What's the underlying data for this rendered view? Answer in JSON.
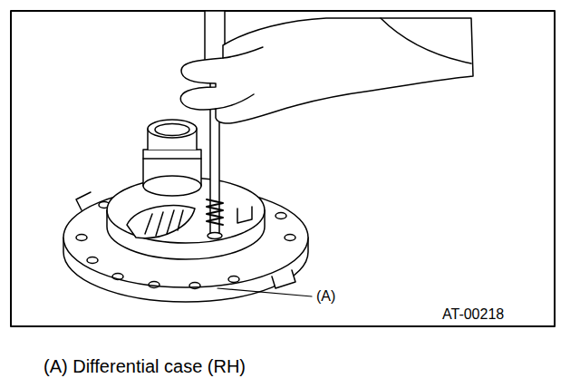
{
  "diagram": {
    "caption": "(A) Differential case (RH)",
    "labels": [
      "(A)",
      "AT-00218"
    ]
  }
}
